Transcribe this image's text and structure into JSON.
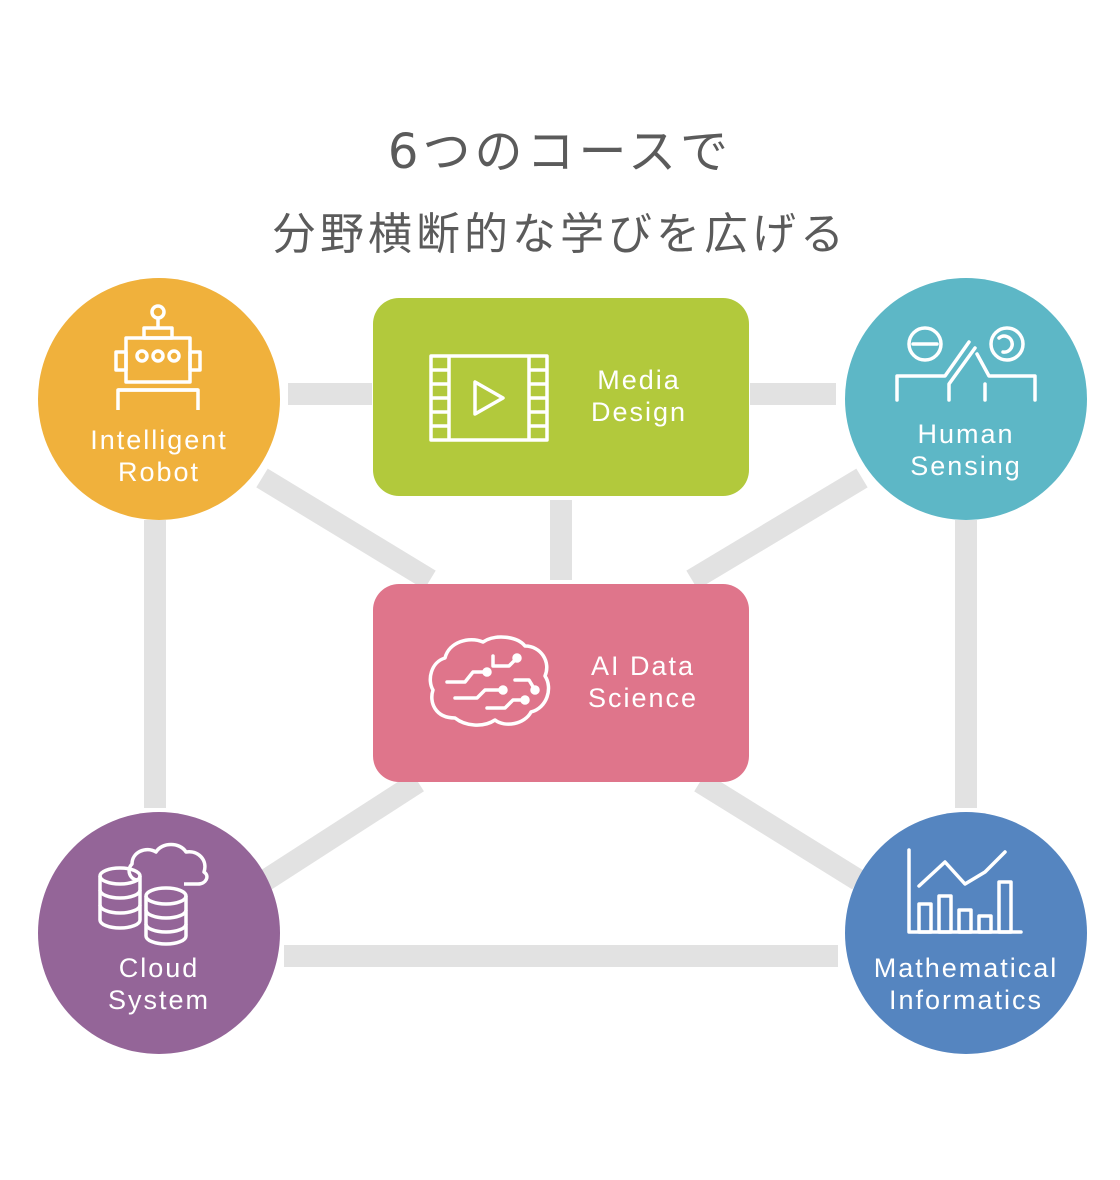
{
  "heading": {
    "line1": "6つのコースで",
    "line2": "分野横断的な学びを広げる"
  },
  "courses": {
    "robot": {
      "line1": "Intelligent",
      "line2": "Robot",
      "icon": "robot-icon",
      "color": "#f0b13c"
    },
    "media": {
      "line1": "Media",
      "line2": "Design",
      "icon": "video-play-icon",
      "color": "#b2c93c"
    },
    "human": {
      "line1": "Human",
      "line2": "Sensing",
      "icon": "people-high-five-icon",
      "color": "#5db7c6"
    },
    "ai": {
      "line1": "AI Data",
      "line2": "Science",
      "icon": "brain-circuit-icon",
      "color": "#df758b"
    },
    "cloud": {
      "line1": "Cloud",
      "line2": "System",
      "icon": "cloud-database-icon",
      "color": "#946598"
    },
    "math": {
      "line1": "Mathematical",
      "line2": "Informatics",
      "icon": "bar-line-chart-icon",
      "color": "#5585c0"
    }
  },
  "connector_color": "#e2e2e2"
}
